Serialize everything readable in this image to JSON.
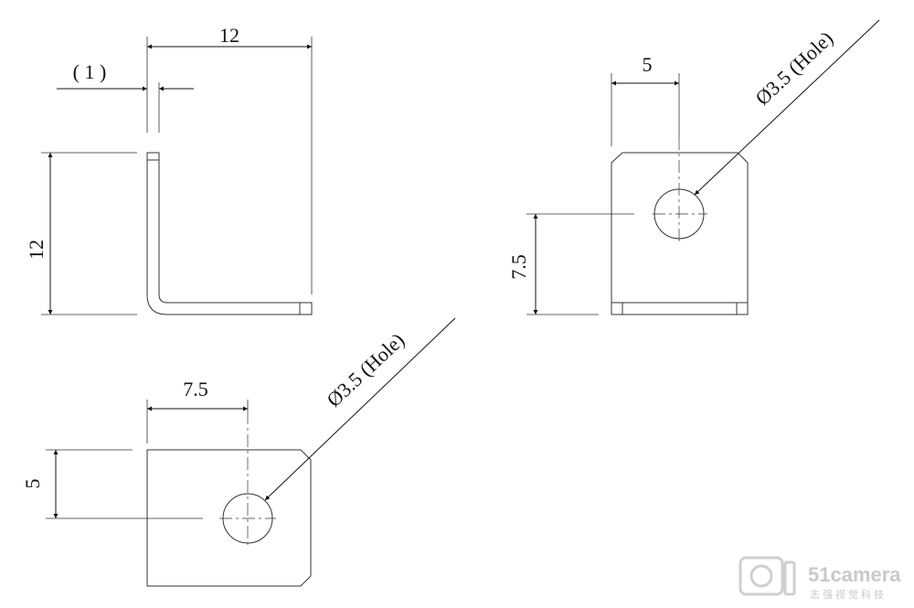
{
  "views": {
    "side": {
      "thickness_label": "( 1 )",
      "width_label": "12",
      "height_label": "12"
    },
    "front_right": {
      "hole_offset_x_label": "5",
      "hole_offset_y_label": "7.5",
      "hole_label": "Ø3.5 (Hole)"
    },
    "front_left": {
      "hole_offset_x_label": "7.5",
      "hole_offset_y_label": "5",
      "hole_label": "Ø3.5 (Hole)"
    }
  },
  "watermark": {
    "brand": "51camera",
    "subtitle": "志强视觉科技"
  },
  "colors": {
    "line": "#333333",
    "thin": "#555555",
    "watermark": "#c9c9c9"
  }
}
